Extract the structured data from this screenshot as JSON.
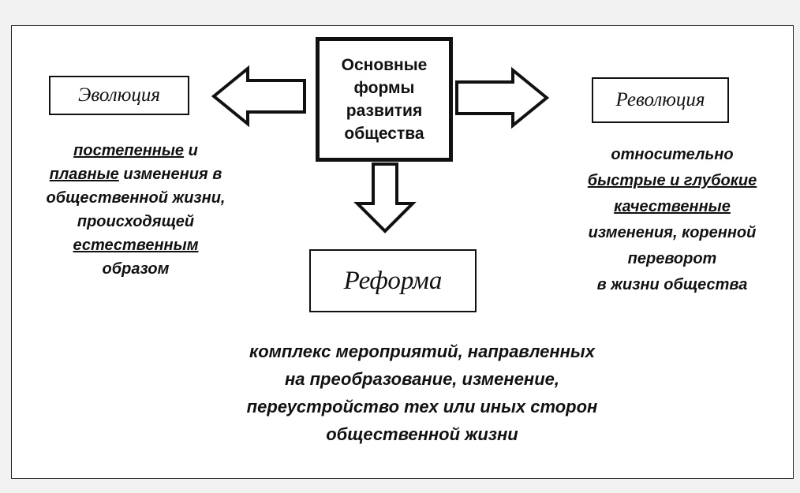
{
  "center": {
    "lines": [
      "Основные",
      "формы",
      "развития",
      "общества"
    ]
  },
  "evolution": {
    "title": "Эволюция",
    "desc": {
      "l1a": "постепенные",
      "l1b": " и",
      "l2a": "плавные",
      "l2b": " изменения в",
      "l3": "общественной жизни,",
      "l4": "происходящей",
      "l5": "естественным",
      "l6": "образом"
    }
  },
  "revolution": {
    "title": "Революция",
    "desc": {
      "l1": "относительно",
      "l2": "быстрые и глубокие",
      "l3": "качественные",
      "l4": "изменения, коренной",
      "l5": "переворот",
      "l6": "в жизни общества"
    }
  },
  "reform": {
    "title": "Реформа",
    "desc": {
      "l1": "комплекс мероприятий, направленных",
      "l2": "на преобразование, изменение,",
      "l3": "переустройство тех или иных сторон",
      "l4": "общественной жизни"
    }
  }
}
